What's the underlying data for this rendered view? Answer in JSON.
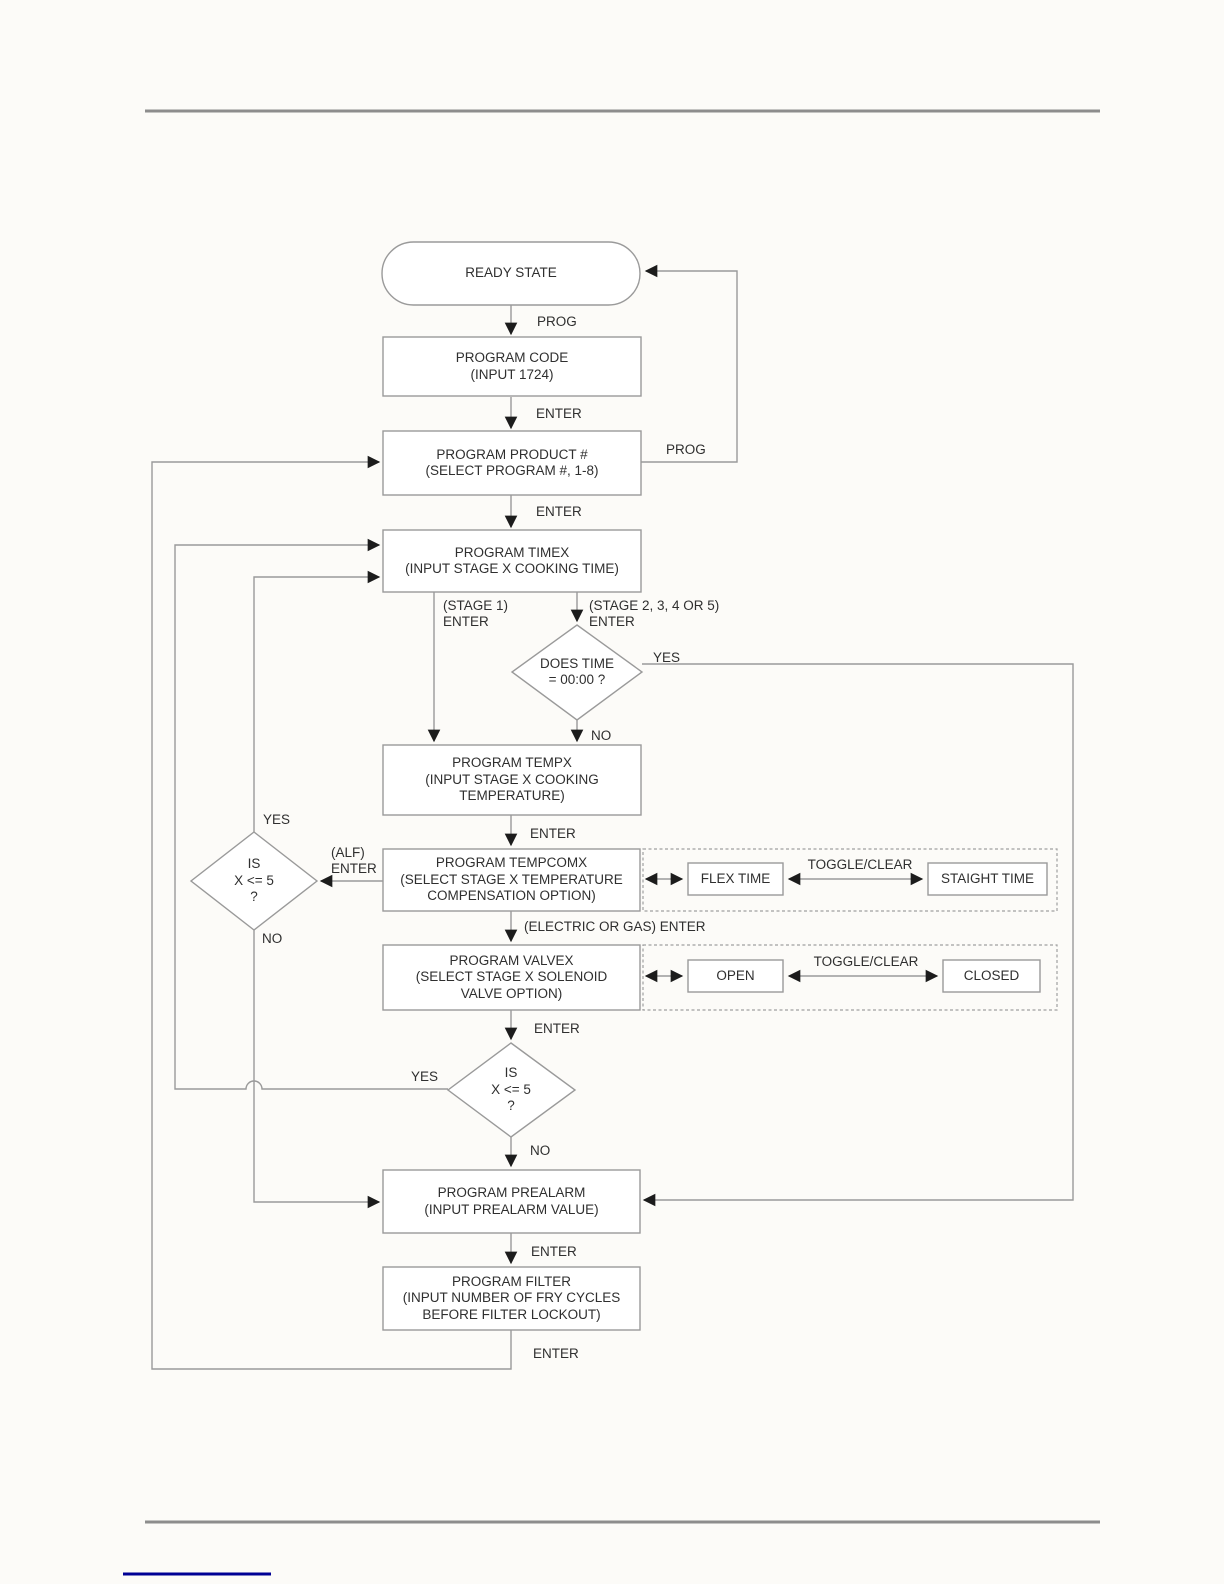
{
  "palette": {
    "line_color": "#9a9a9a",
    "arrow_color": "#1c1c1c",
    "text_color": "#2f2f2f",
    "page_rule_color": "#8d8d8d",
    "link_underline_color": "#000095",
    "dashed_box_color": "#a0a0a0"
  },
  "flowchart": {
    "nodes": {
      "ready_state": "READY STATE",
      "program_code": "PROGRAM CODE\n(INPUT 1724)",
      "program_product": "PROGRAM PRODUCT #\n(SELECT PROGRAM #, 1-8)",
      "program_timex": "PROGRAM TIMEX\n(INPUT STAGE X COOKING TIME)",
      "does_time": "DOES TIME\n= 00:00 ?",
      "program_tempx": "PROGRAM TEMPX\n(INPUT STAGE X COOKING\nTEMPERATURE)",
      "program_tempcomx": "PROGRAM TEMPCOMX\n(SELECT STAGE X TEMPERATURE\nCOMPENSATION OPTION)",
      "flex_time": "FLEX TIME",
      "staight_time": "STAIGHT TIME",
      "program_valvex": "PROGRAM VALVEX\n(SELECT STAGE X SOLENOID\nVALVE OPTION)",
      "open_option": "OPEN",
      "closed_option": "CLOSED",
      "is_x_le_5_left": "IS\nX <= 5\n?",
      "is_x_le_5_bottom": "IS\nX <= 5\n?",
      "program_prealarm": "PROGRAM PREALARM\n(INPUT PREALARM VALUE)",
      "program_filter": "PROGRAM FILTER\n(INPUT NUMBER OF FRY CYCLES\nBEFORE FILTER LOCKOUT)"
    },
    "labels": {
      "prog_top": "PROG",
      "enter_code": "ENTER",
      "prog_loop": "PROG",
      "enter_product": "ENTER",
      "stage1_enter": "(STAGE 1)\nENTER",
      "stage2345_enter": "(STAGE 2, 3, 4 OR 5)\nENTER",
      "yes_does_time": "YES",
      "no_does_time": "NO",
      "enter_tempx": "ENTER",
      "alf_enter": "(ALF)\nENTER",
      "toggle_clear_1": "TOGGLE/CLEAR",
      "electric_gas_enter": "(ELECTRIC OR GAS) ENTER",
      "toggle_clear_2": "TOGGLE/CLEAR",
      "enter_valvex": "ENTER",
      "yes_left_diamond": "YES",
      "no_left_diamond": "NO",
      "yes_bottom_diamond": "YES",
      "no_bottom_diamond": "NO",
      "enter_prealarm": "ENTER",
      "enter_bottom_loop": "ENTER"
    }
  }
}
